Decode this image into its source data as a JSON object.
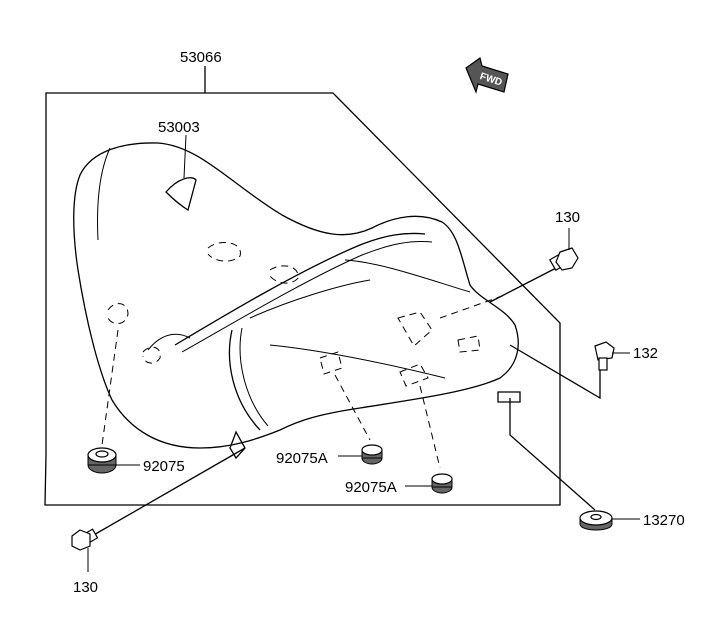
{
  "labels": {
    "assembly": "53066",
    "cover": "53003",
    "bolt_right": "130",
    "bolt_left": "130",
    "screw": "132",
    "damper_left": "92075",
    "damper_mid": "92075A",
    "damper_low": "92075A",
    "collar": "13270",
    "fwd": "FWD"
  }
}
